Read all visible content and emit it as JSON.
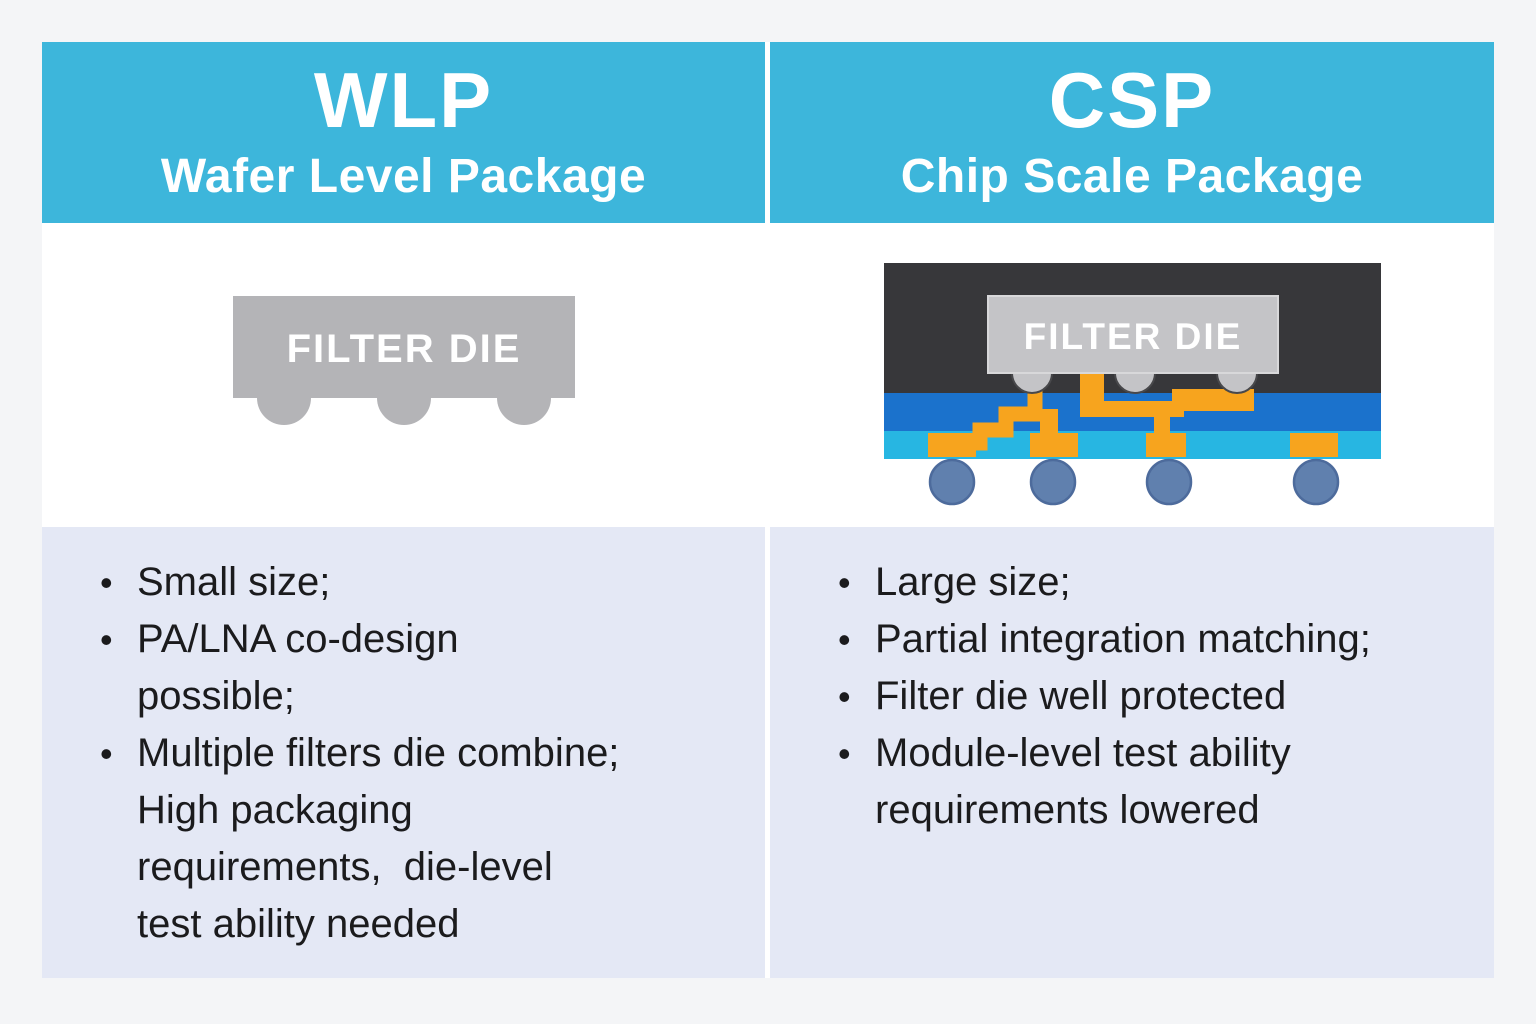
{
  "ui": {
    "bullet_char": "•"
  },
  "colors": {
    "page_bg": "#F4F5F7",
    "header_bg": "#3DB6DB",
    "header_text": "#FFFFFF",
    "diagram_panel_bg": "#FFFFFF",
    "bullets_panel_bg": "#E4E8F5",
    "bullet_text": "#1B1B1D",
    "wlp_die_gray": "#B4B4B7",
    "csp_die_gray": "#C4C4C7",
    "csp_mold_dark": "#37373A",
    "csp_substrate_blue": "#1B72CC",
    "csp_substrate_cyan": "#27B6E2",
    "csp_trace_orange": "#F7A41E",
    "csp_ball_blue": "#6080AE"
  },
  "columns": [
    {
      "title": "WLP",
      "subtitle": "Wafer Level Package",
      "diagram": {
        "label": "FILTER DIE"
      },
      "bullets": [
        "Small size;",
        "PA/LNA co-design\npossible;",
        "Multiple filters die combine;\nHigh packaging\nrequirements,  die-level\ntest ability needed"
      ]
    },
    {
      "title": "CSP",
      "subtitle": "Chip Scale Package",
      "diagram": {
        "label": "FILTER DIE"
      },
      "bullets": [
        "Large size;",
        "Partial integration matching;",
        "Filter die well protected",
        "Module-level test ability\nrequirements lowered"
      ]
    }
  ]
}
